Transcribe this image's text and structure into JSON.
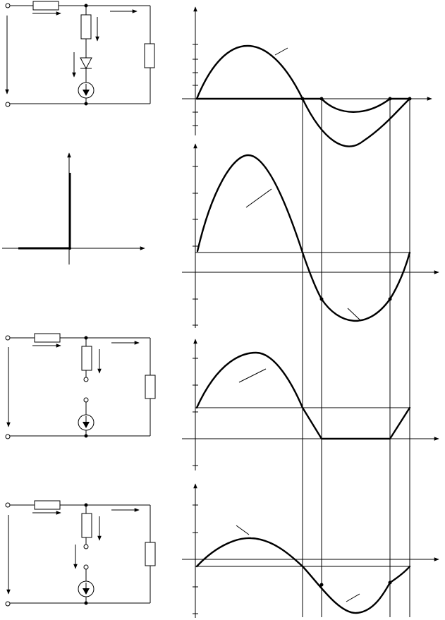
{
  "figure": {
    "description_text": "",
    "circuits": [
      {
        "id": "circuit-1",
        "element": "diode"
      },
      {
        "id": "circuit-3",
        "element": "open-switch"
      },
      {
        "id": "circuit-4",
        "element": "open-switch"
      }
    ],
    "panels": [
      "waveform-1",
      "waveform-2",
      "waveform-3",
      "waveform-4"
    ]
  },
  "colors": {
    "ink": "#000000",
    "background": "#ffffff"
  }
}
